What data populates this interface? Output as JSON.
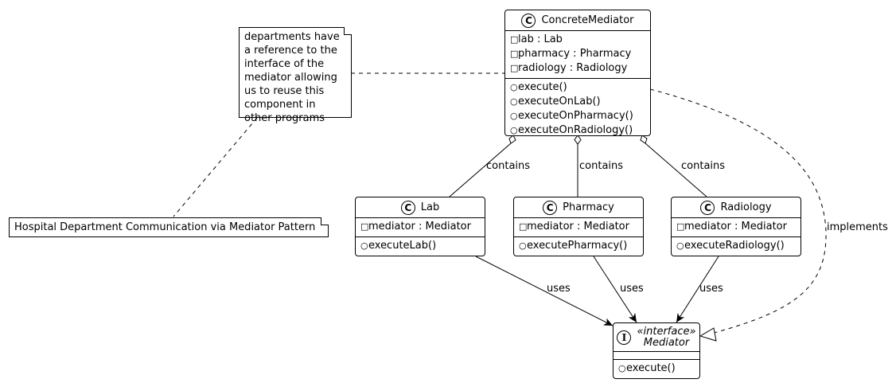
{
  "diagram": {
    "classes": {
      "concrete_mediator": {
        "stereotype_badge": "C",
        "name": "ConcreteMediator",
        "attributes": [
          {
            "vis": "□",
            "text": "lab : Lab"
          },
          {
            "vis": "□",
            "text": "pharmacy : Pharmacy"
          },
          {
            "vis": "□",
            "text": "radiology : Radiology"
          }
        ],
        "operations": [
          {
            "vis": "○",
            "text": "execute()"
          },
          {
            "vis": "○",
            "text": "executeOnLab()"
          },
          {
            "vis": "○",
            "text": "executeOnPharmacy()"
          },
          {
            "vis": "○",
            "text": "executeOnRadiology()"
          }
        ]
      },
      "lab": {
        "stereotype_badge": "C",
        "name": "Lab",
        "attributes": [
          {
            "vis": "□",
            "text": "mediator : Mediator"
          }
        ],
        "operations": [
          {
            "vis": "○",
            "text": "executeLab()"
          }
        ]
      },
      "pharmacy": {
        "stereotype_badge": "C",
        "name": "Pharmacy",
        "attributes": [
          {
            "vis": "□",
            "text": "mediator : Mediator"
          }
        ],
        "operations": [
          {
            "vis": "○",
            "text": "executePharmacy()"
          }
        ]
      },
      "radiology": {
        "stereotype_badge": "C",
        "name": "Radiology",
        "attributes": [
          {
            "vis": "□",
            "text": "mediator : Mediator"
          }
        ],
        "operations": [
          {
            "vis": "○",
            "text": "executeRadiology()"
          }
        ]
      },
      "mediator": {
        "stereotype_badge": "I",
        "stereotype": "«interface»",
        "name": "Mediator",
        "operations": [
          {
            "vis": "○",
            "text": "execute()"
          }
        ]
      }
    },
    "notes": {
      "department_note": [
        "departments have",
        "a reference to the",
        "interface of the",
        "mediator allowing",
        "us to reuse this",
        "component in",
        "other programs"
      ],
      "title_note": "Hospital Department Communication via Mediator Pattern"
    },
    "relations": {
      "contains_lab": "contains",
      "contains_pharmacy": "contains",
      "contains_radiology": "contains",
      "uses_lab": "uses",
      "uses_pharmacy": "uses",
      "uses_radiology": "uses",
      "implements": "implements"
    }
  }
}
